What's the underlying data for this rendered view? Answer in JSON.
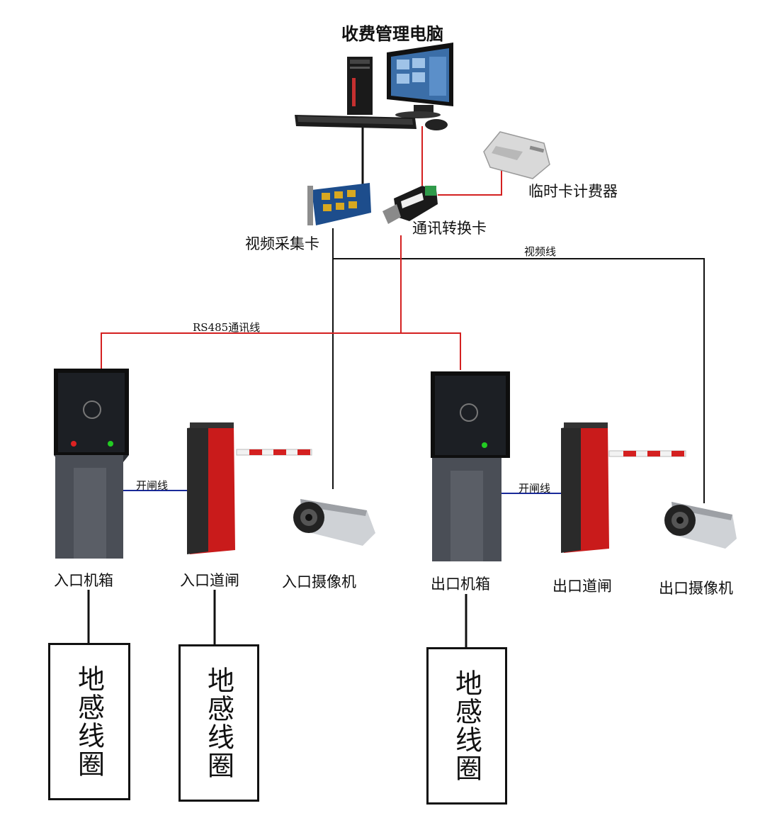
{
  "labels": {
    "pc": "收费管理电脑",
    "card_dispenser": "临时卡计费器",
    "video_card": "视频采集卡",
    "comm_card": "通讯转换卡",
    "video_line": "视频线",
    "rs485_line": "RS485通讯线",
    "open_line_left": "开闸线",
    "open_line_right": "开闸线",
    "entry_box": "入口机箱",
    "entry_gate": "入口道闸",
    "entry_camera": "入口摄像机",
    "exit_box": "出口机箱",
    "exit_gate": "出口道闸",
    "exit_camera": "出口摄像机"
  },
  "loops": [
    "地感线圈",
    "地感线圈",
    "地感线圈"
  ],
  "colors": {
    "comm_line": "#d42020",
    "video_line": "#111111",
    "open_line": "#1a2a9a",
    "gate_body": "#c91b1b",
    "cabinet": "#3a3d44"
  }
}
